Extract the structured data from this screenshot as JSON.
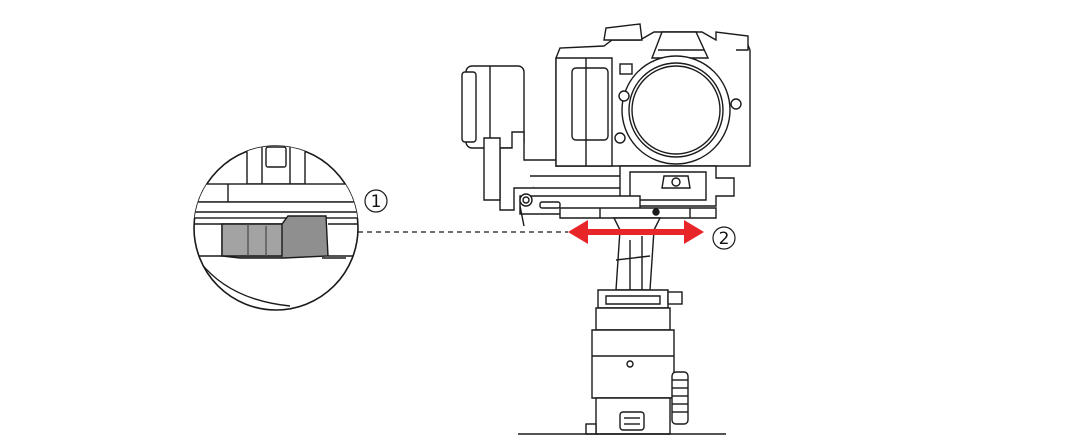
{
  "callouts": {
    "one": "1",
    "two": "2"
  },
  "colors": {
    "line": "#1a1a1a",
    "arrow": "#e8262a",
    "detail_fill": "#8f8f8f",
    "detail_fill_light": "#a8a8a8"
  },
  "icons": [
    "gimbal-camera-illustration",
    "magnified-detail-circle",
    "double-arrow-icon"
  ]
}
